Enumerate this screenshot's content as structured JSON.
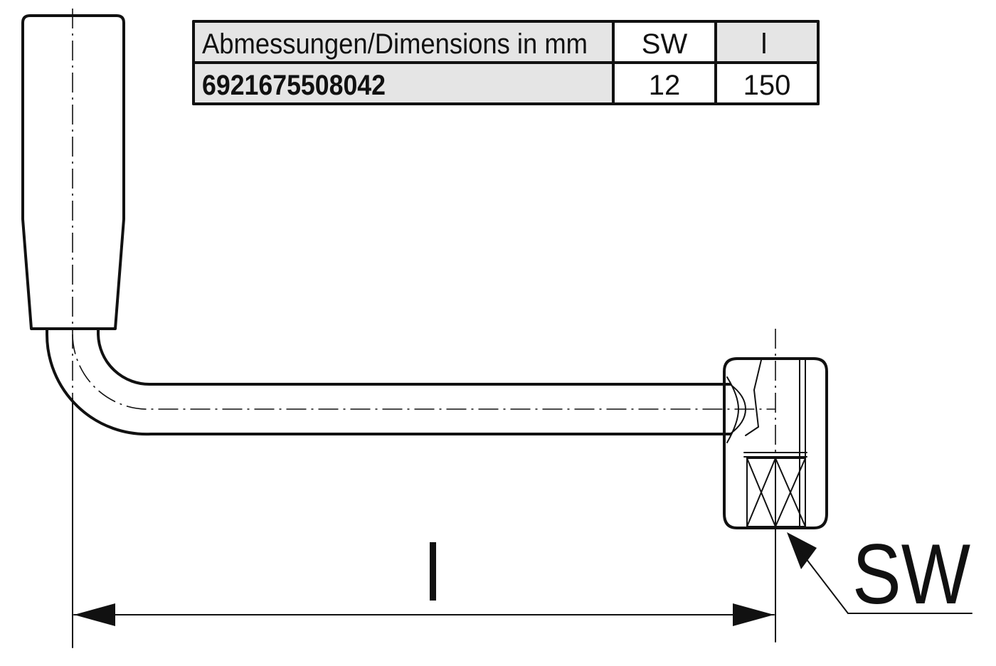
{
  "table": {
    "header": {
      "dimensions_label": "Abmessungen/Dimensions in mm",
      "col_sw": "SW",
      "col_l": "l"
    },
    "row": {
      "article_number": "6921675508042",
      "sw_value": "12",
      "l_value": "150"
    },
    "colors": {
      "shaded_cell": "#e5e5e5",
      "white_cell": "#ffffff",
      "line": "#111111"
    }
  },
  "drawing": {
    "length_label": "l",
    "wrench_size_label": "SW"
  }
}
